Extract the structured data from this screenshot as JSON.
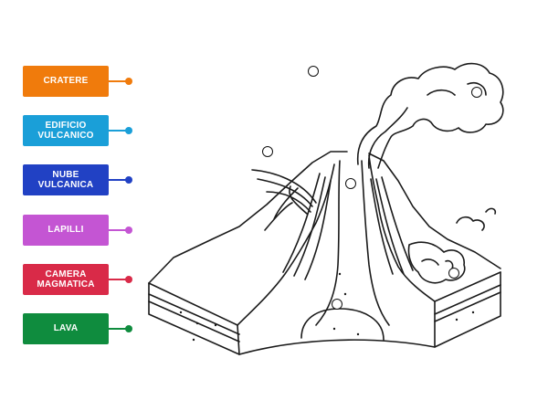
{
  "labels": [
    {
      "text": "CRATERE",
      "color": "#f07b0c"
    },
    {
      "text": "EDIFICIO VULCANICO",
      "color": "#1a9fd8"
    },
    {
      "text": "NUBE VULCANICA",
      "color": "#2141c4"
    },
    {
      "text": "LAPILLI",
      "color": "#c455d3"
    },
    {
      "text": "CAMERA MAGMATICA",
      "color": "#d92a48"
    },
    {
      "text": "LAVA",
      "color": "#0f8c3e"
    }
  ],
  "targets_count": 6
}
